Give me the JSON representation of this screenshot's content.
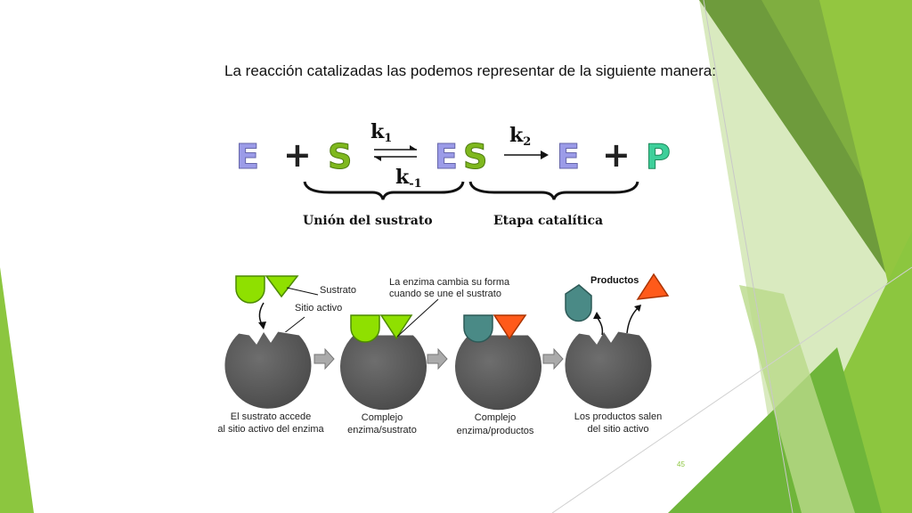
{
  "title": "La reacción catalizadas las podemos representar de la siguiente manera:",
  "equation": {
    "E": "E",
    "plus": "+",
    "S": "S",
    "ES_E": "E",
    "ES_S": "S",
    "P": "P",
    "k1": "k",
    "k1_sub": "1",
    "k_1": "k",
    "k_1_sub": "-1",
    "k2": "k",
    "k2_sub": "2",
    "union_label": "Unión del sustrato",
    "catalytic_label": "Etapa catalítica"
  },
  "diagram": {
    "sustrato": "Sustrato",
    "sitio_activo": "Sitio activo",
    "cambio_line1": "La enzima cambia su forma",
    "cambio_line2": "cuando se une el sustrato",
    "productos": "Productos",
    "step1_line1": "El sustrato accede",
    "step1_line2": "al sitio activo del enzima",
    "step2_line1": "Complejo",
    "step2_line2": "enzima/sustrato",
    "step3_line1": "Complejo",
    "step3_line2": "enzima/productos",
    "step4_line1": "Los productos salen",
    "step4_line2": "del sitio activo"
  },
  "page_number": "45",
  "colors": {
    "enzyme_letter": "#9b9be8",
    "substrate_letter": "#7fb81e",
    "product_letter": "#3ecf9a",
    "substrate_green": "#8fe000",
    "product_teal": "#4a8a86",
    "product_orange": "#ff5a1a",
    "enzyme_gray": "#5a5a5a",
    "slide_green": "#8cc63f"
  }
}
